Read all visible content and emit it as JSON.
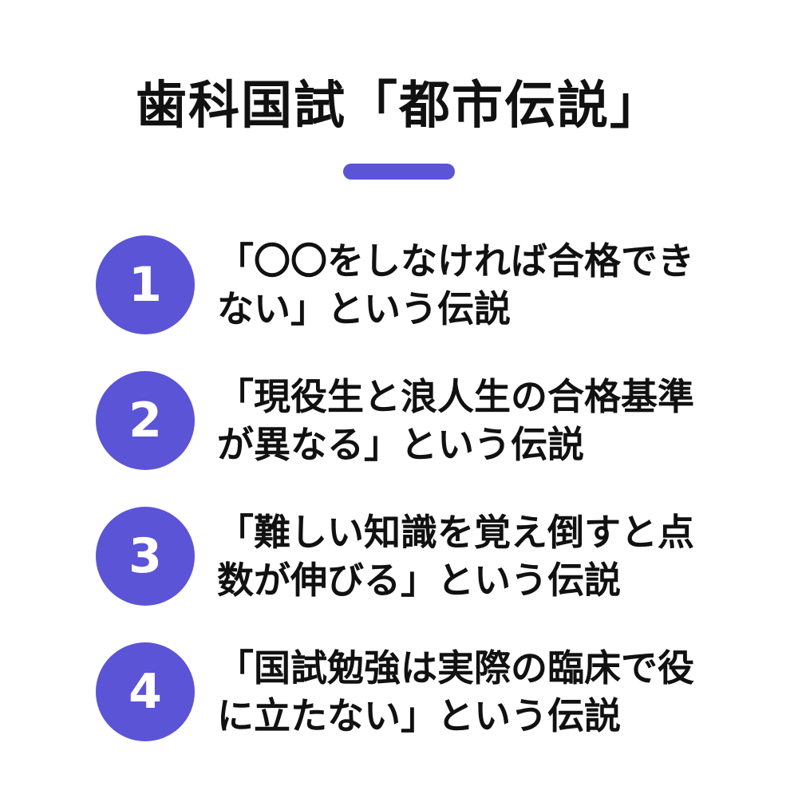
{
  "title": "歯科国試「都市伝説」",
  "accent_color": "#5b54d6",
  "items": [
    {
      "number": "1",
      "line1": "「〇〇をしなければ合格でき",
      "line2": "ない」という伝説"
    },
    {
      "number": "2",
      "line1": "「現役生と浪人生の合格基準",
      "line2": "が異なる」という伝説"
    },
    {
      "number": "3",
      "line1": "「難しい知識を覚え倒すと点",
      "line2": "数が伸びる」という伝説"
    },
    {
      "number": "4",
      "line1": "「国試勉強は実際の臨床で役",
      "line2": "に立たない」という伝説"
    }
  ]
}
